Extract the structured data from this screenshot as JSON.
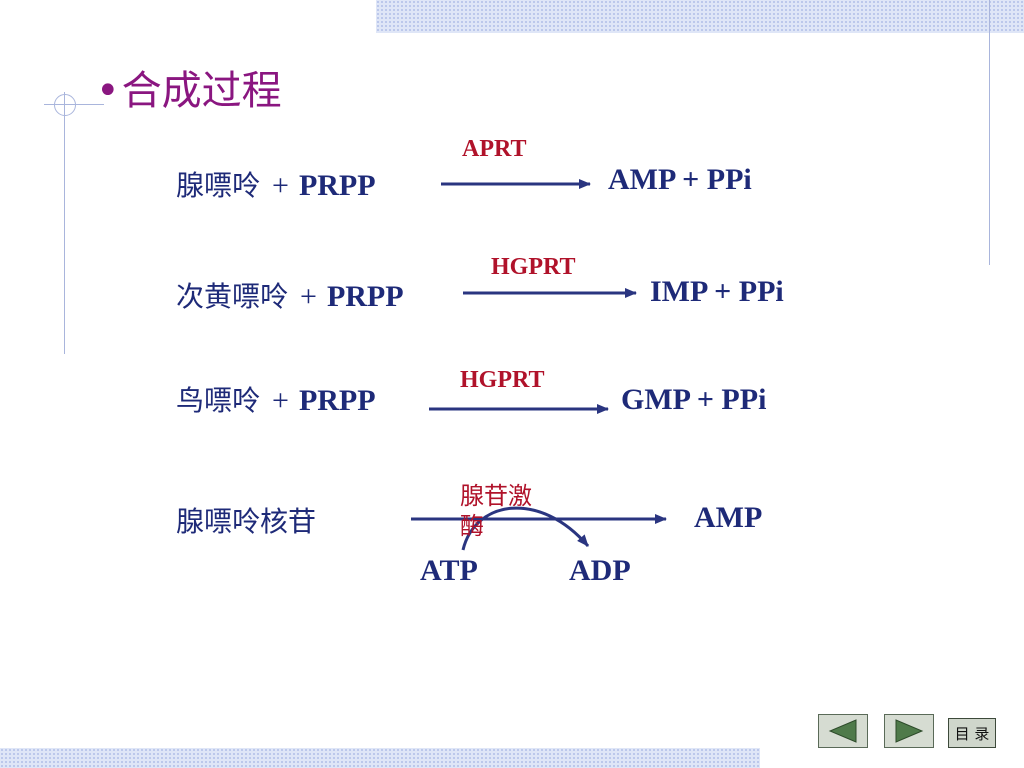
{
  "slide": {
    "bullet": "•",
    "title": "合成过程"
  },
  "reactions": [
    {
      "substrate": "腺嘌呤",
      "plus": "+",
      "cosubstrate": "PRPP",
      "enzyme": "APRT",
      "product": "AMP + PPi"
    },
    {
      "substrate": "次黄嘌呤",
      "plus": "+",
      "cosubstrate": "PRPP",
      "enzyme": "HGPRT",
      "product": "IMP + PPi"
    },
    {
      "substrate": "鸟嘌呤",
      "plus": "+",
      "cosubstrate": "PRPP",
      "enzyme": "HGPRT",
      "product": "GMP + PPi"
    },
    {
      "substrate": "腺嘌呤核苷",
      "enzyme": "腺苷激酶",
      "product": "AMP",
      "input": "ATP",
      "output": "ADP"
    }
  ],
  "nav": {
    "prev_icon": "triangle-left-icon",
    "next_icon": "triangle-right-icon",
    "menu_label": "目 录"
  },
  "colors": {
    "title": "#8a1680",
    "text": "#1e2a78",
    "enzyme": "#b0122a",
    "arrow": "#2a3580",
    "nav_fill": "#4f7a4a"
  }
}
